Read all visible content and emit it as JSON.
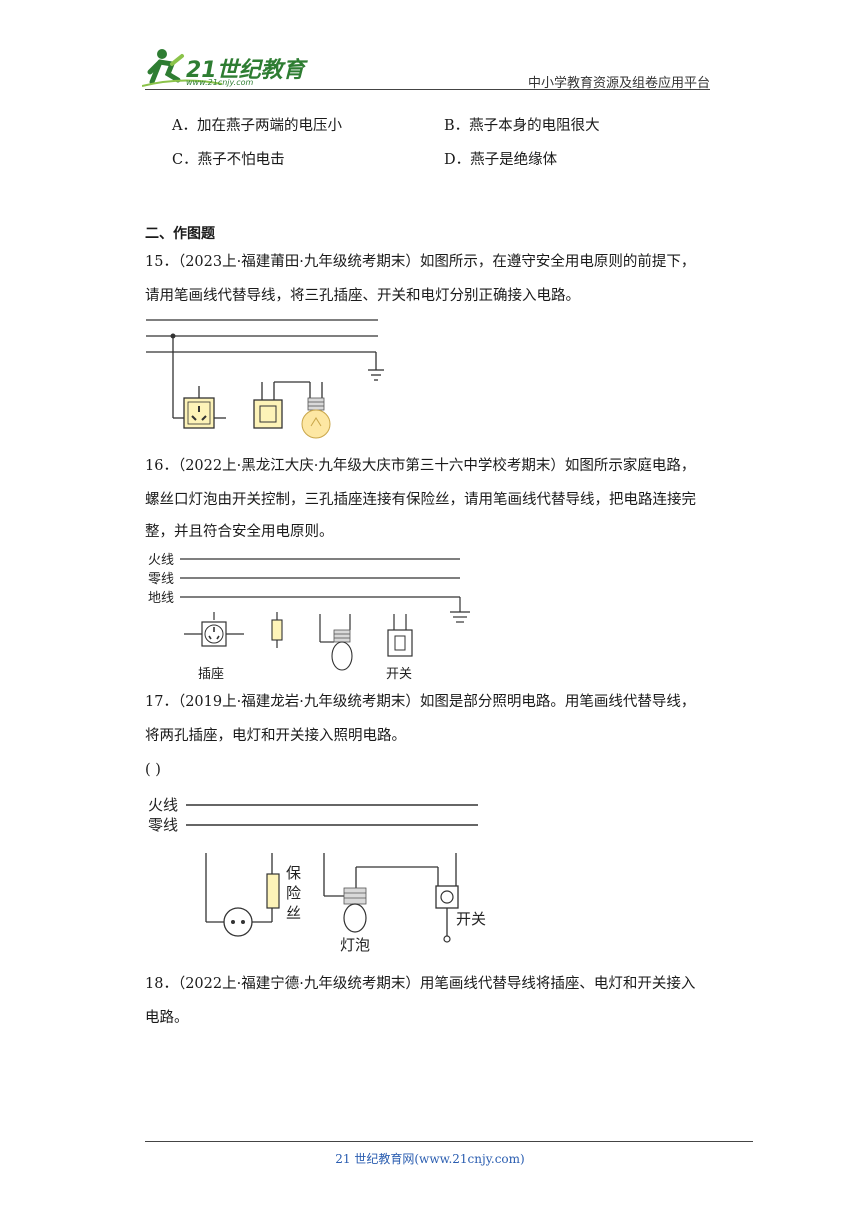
{
  "header": {
    "logo_text": "21世纪教育",
    "logo_url": "www.21cnjy.com",
    "platform": "中小学教育资源及组卷应用平台"
  },
  "q14_options": [
    {
      "text": "A．加在燕子两端的电压小"
    },
    {
      "text": "B．燕子本身的电阻很大"
    },
    {
      "text": "C．燕子不怕电击"
    },
    {
      "text": "D．燕子是绝缘体"
    }
  ],
  "section_title": "二、作图题",
  "q15": {
    "line1": "15．（2023上·福建莆田·九年级统考期末）如图所示，在遵守安全用电原则的前提下，",
    "line2": "请用笔画线代替导线，将三孔插座、开关和电灯分别正确接入电路。"
  },
  "q16": {
    "line1": "16．（2022上·黑龙江大庆·九年级大庆市第三十六中学校考期末）如图所示家庭电路，",
    "line2": "螺丝口灯泡由开关控制，三孔插座连接有保险丝，请用笔画线代替导线，把电路连接完",
    "line3": "整，并且符合安全用电原则。",
    "labels": {
      "live": "火线",
      "neutral": "零线",
      "ground": "地线",
      "socket": "插座",
      "switch": "开关"
    }
  },
  "q17": {
    "line1": "17．（2019上·福建龙岩·九年级统考期末）如图是部分照明电路。用笔画线代替导线，",
    "line2": "将两孔插座，电灯和开关接入照明电路。",
    "paren": "(                )",
    "labels": {
      "live": "火线",
      "neutral": "零线",
      "fuse1": "保",
      "fuse2": "险",
      "fuse3": "丝",
      "bulb": "灯泡",
      "switch": "开关"
    }
  },
  "q18": {
    "line1": "18．（2022上·福建宁德·九年级统考期末）用笔画线代替导线将插座、电灯和开关接入",
    "line2": "电路。"
  },
  "footer": "21 世纪教育网(www.21cnjy.com)"
}
